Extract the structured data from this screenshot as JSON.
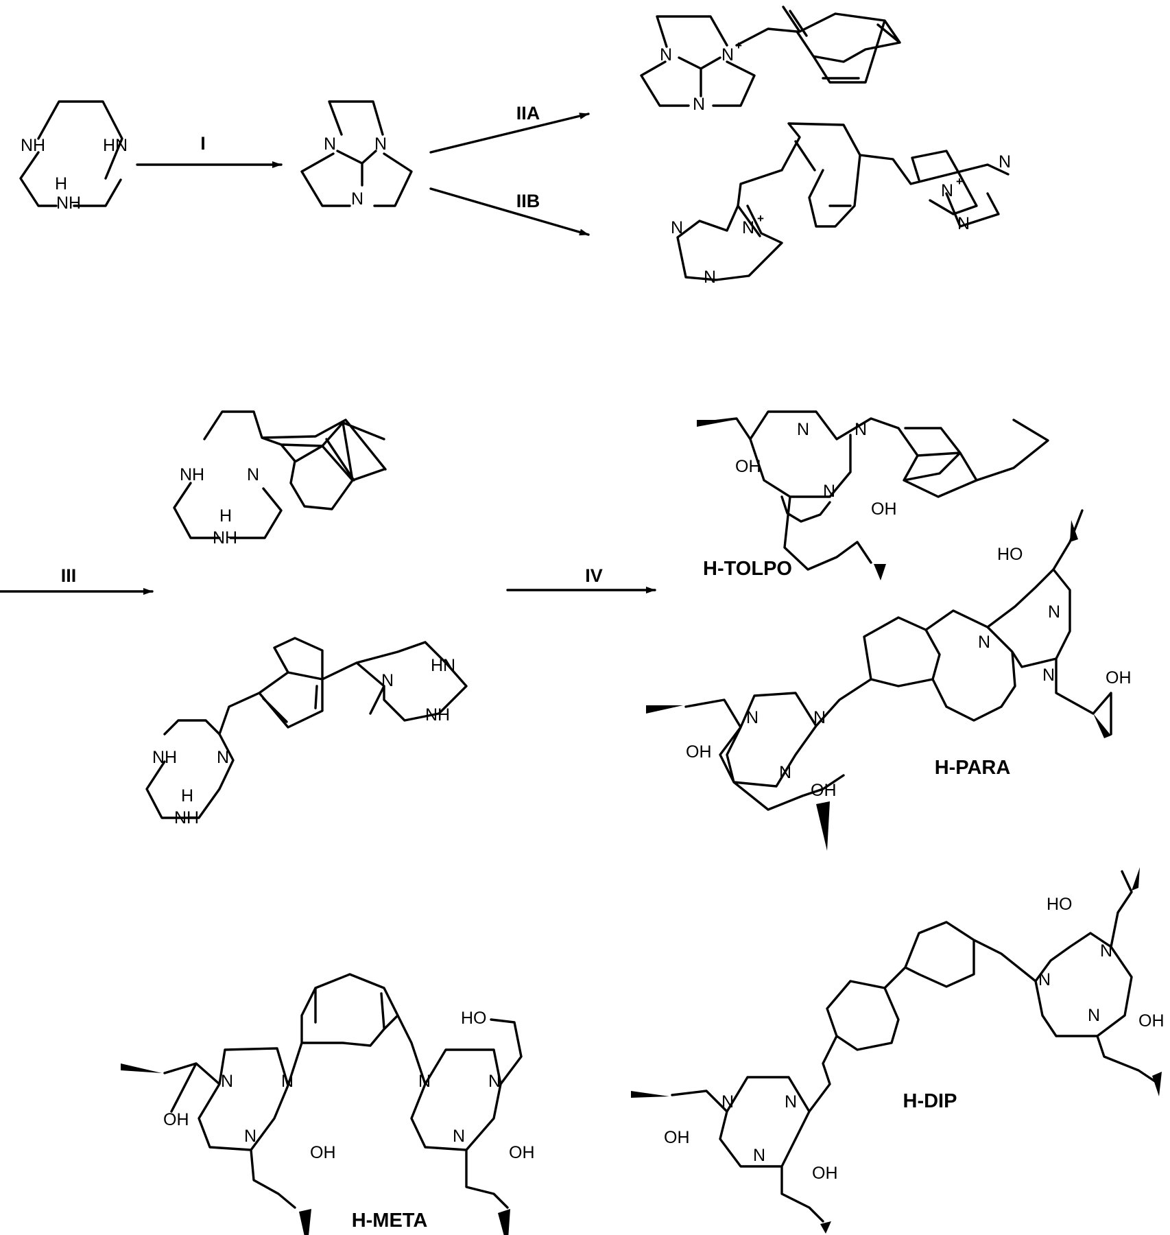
{
  "steps": {
    "s1": "I",
    "s2a": "IIA",
    "s2b": "IIB",
    "s3": "III",
    "s4": "IV"
  },
  "compounds": {
    "tolpo": "H-TOLPO",
    "para": "H-PARA",
    "meta": "H-META",
    "dip": "H-DIP"
  },
  "atoms": {
    "N": "N",
    "NH": "NH",
    "HN": "HN",
    "H": "H",
    "OH": "OH",
    "HO": "HO",
    "plus": "+"
  }
}
